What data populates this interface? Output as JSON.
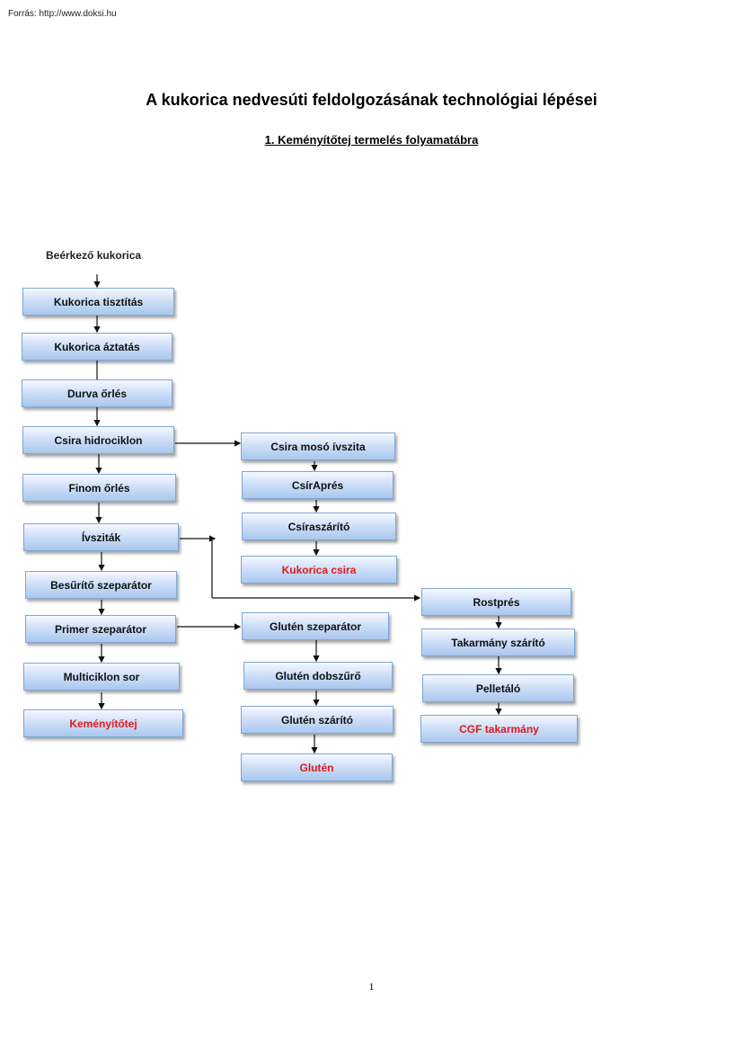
{
  "source_line": "Forrás: http://www.doksi.hu",
  "title": "A kukorica nedvesúti feldolgozásának technológiai lépései",
  "subtitle": "1. Keményítőtej termelés folyamatábra",
  "start_label": "Beérkező kukorica",
  "boxes": {
    "kukorica_tisztitas": "Kukorica tisztítás",
    "kukorica_aztatas": "Kukorica áztatás",
    "durva_orles": "Durva őrlés",
    "csira_hidrociklon": "Csira hidrociklon",
    "finom_orles": "Finom őrlés",
    "ivszitak": "Ívsziták",
    "besurito_szeparator": "Besűrítő szeparátor",
    "primer_szeparator": "Primer szeparátor",
    "multiciklon_sor": "Multiciklon sor",
    "kemenyitotej": "Keményítőtej",
    "csira_moso_ivszita": "Csira mosó ívszita",
    "csirapres": "CsírAprés",
    "csiraszarito": "Csíraszárító",
    "kukorica_csira": "Kukorica csira",
    "gluten_szeparator": "Glutén szeparátor",
    "gluten_dobszuro": "Glutén dobszűrő",
    "gluten_szarito": "Glutén szárító",
    "gluten": "Glutén",
    "rostpres": "Rostprés",
    "takarmany_szarito": "Takarmány szárító",
    "pelletalo": "Pelletáló",
    "cgf_takarmany": "CGF takarmány"
  },
  "page_number": "1"
}
